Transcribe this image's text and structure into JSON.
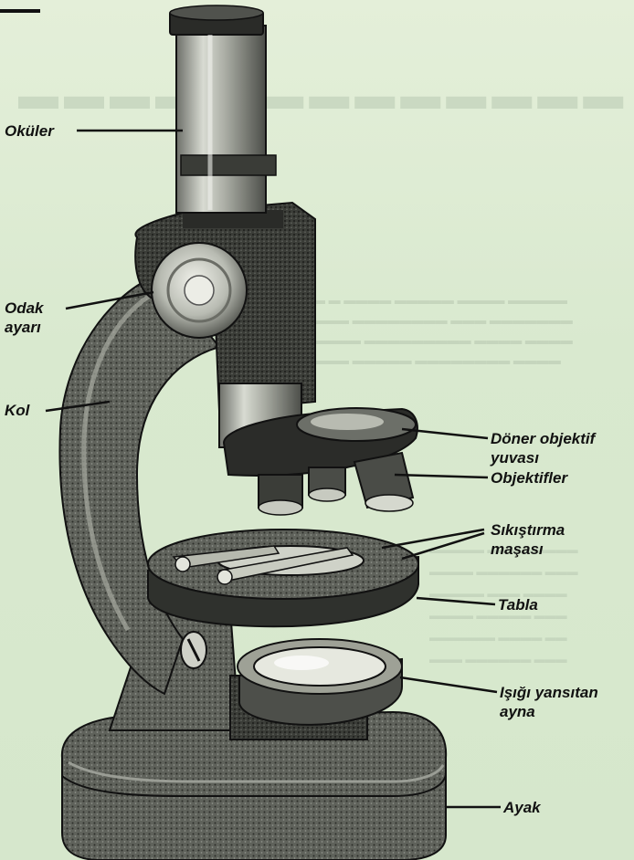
{
  "labels": {
    "okuler": "Oküler",
    "odak_1": "Odak",
    "odak_2": "ayarı",
    "kol": "Kol",
    "doner_1": "Döner objektif",
    "doner_2": "yuvası",
    "objektifler": "Objektifler",
    "sikistirma_1": "Sıkıştırma",
    "sikistirma_2": "maşası",
    "tabla": "Tabla",
    "isigi_1": "Işığı yansıtan",
    "isigi_2": "ayna",
    "ayak": "Ayak"
  },
  "colors": {
    "background": "#dcebd4",
    "ink": "#111111",
    "metal_dark": "#3b3d38",
    "metal_mid": "#6e716a",
    "metal_light": "#b9bcb3"
  }
}
